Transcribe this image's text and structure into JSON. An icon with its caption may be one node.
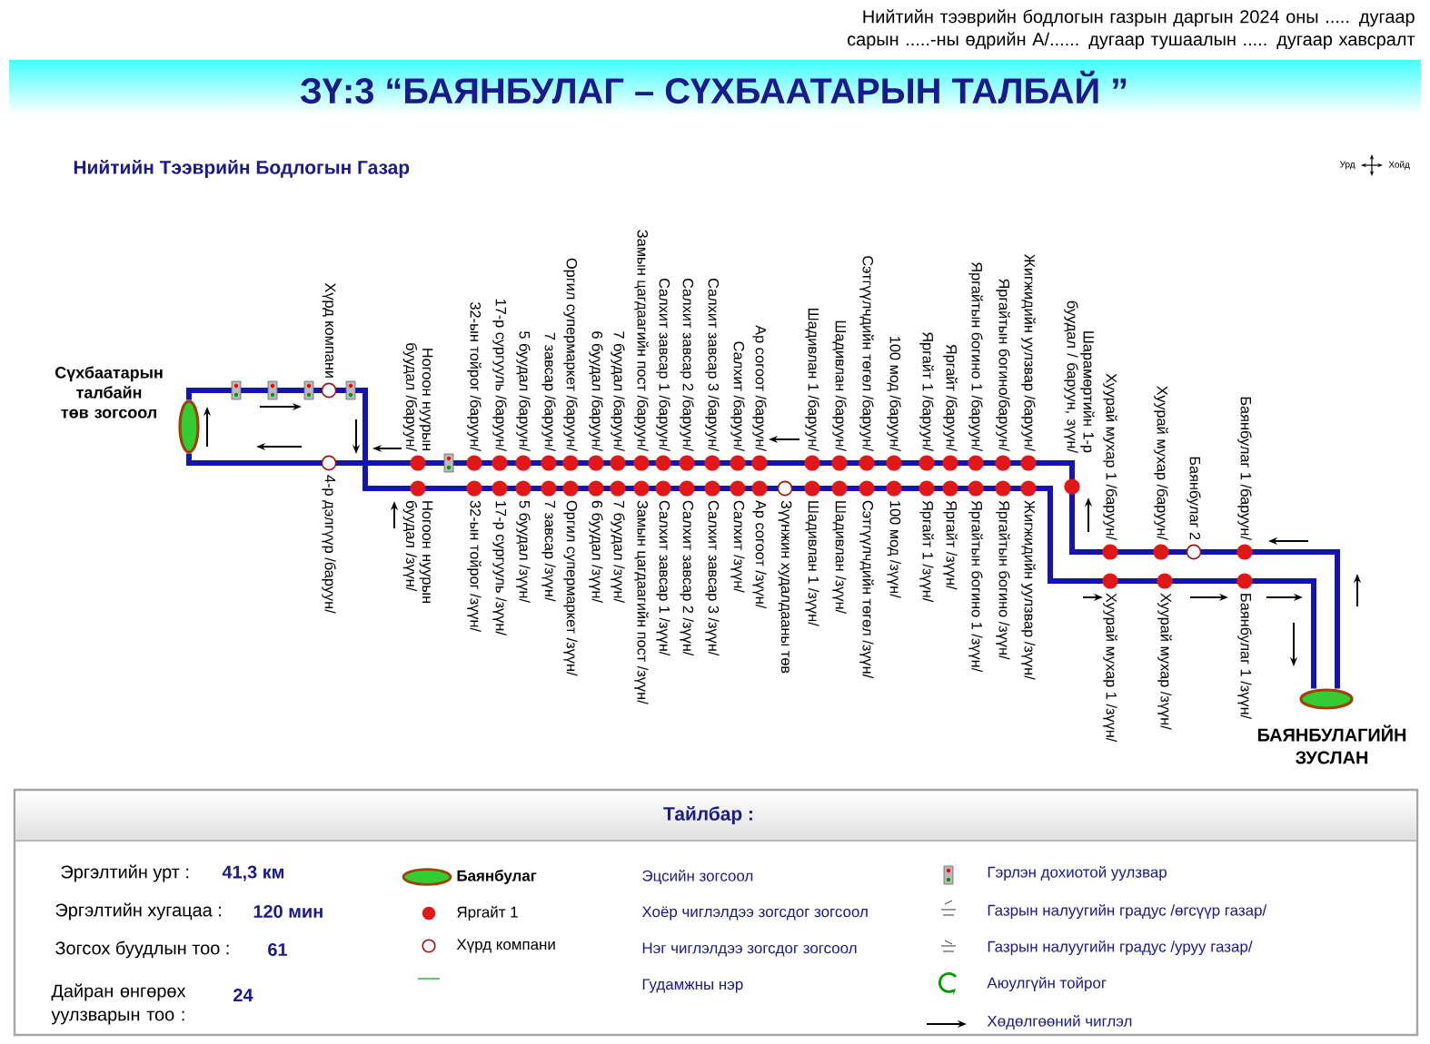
{
  "diagram": {
    "title": "ЗҮ:3 “БАЯНБУЛАГ – СҮХБААТАРЫН ТАЛБАЙ ”",
    "nodes": [
      {
        "text": [],
        "shape": "ellipse",
        "beside": [
          "Сүхбаатарын талбайн төв зогсоол"
        ]
      },
      {
        "text": [],
        "shape": "ellipse",
        "beside": [
          "БАЯНБУЛАГИЙН ЗУСЛАН"
        ]
      }
    ],
    "edges": [
      {
        "from": 1,
        "to": 0,
        "arrow": "none"
      },
      {
        "from": 0,
        "to": 1,
        "arrow": "none"
      }
    ],
    "labels": [
      "Нийтийн тээврийн бодлогын газрын даргын 2024 оны ..... дугаар сарын .....-ны өдрийн А/...... дугаар тушаалын ..... дугаар хавсралт",
      "Нийтийн  Тээврийн Бодлогын Газар",
      "Урд",
      "Хойд",
      "Хүрд компани",
      "Ногоон нуурын буудал /баруун/",
      "32-ын тойрог /баруун/",
      "17-р сургууль /баруун/",
      "5 буудал /баруун/",
      "7 завсар /баруун/",
      "Оргил супермаркет /баруун/",
      "6 буудал /баруун/",
      "7 буудал /баруун/",
      "Замын цагдаагийн пост /баруун/",
      "Салхит завсар 1 /баруун/",
      "Салхит завсар 2 /баруун/",
      "Салхит завсар 3 /баруун/",
      "Салхит /баруун/",
      "Ар согоот /баруун/",
      "Шадивлан 1 /баруун/",
      "Шадивлан /баруун/",
      "Сэтгүүлчдийн төгөл /баруун/",
      "100 мод /баруун/",
      "Яргайт 1 /баруун/",
      "Яргайт /баруун/",
      "Яргайтын богино 1 /баруун/",
      "Яргайтын богино/баруун/",
      "Жигжидийн уулзвар /баруун/",
      "Шарамөртийн 1-р буудал / баруун, зүүн/",
      "Хуурай мухар 1 /баруун/",
      "Хуурай мухар /баруун/",
      "Баянбулаг 2",
      "Баянбулаг 1 /баруун/",
      "4-р дэлгүүр /баруун/",
      "Ногоон нуурын буудал /зүүн/",
      "32-ын тойрог /зүүн/",
      "17-р сургууль /зүүн/",
      "5 буудал /зүүн/",
      "7 завсар /зүүн/",
      "Оргил супермаркет /зүүн/",
      "6 буудал /зүүн/",
      "7 буудал /зүүн/",
      "Замын цагдаагийн пост /зүүн/",
      "Салхит завсар 1 /зүүн/",
      "Салхит завсар 2 /зүүн/",
      "Салхит завсар 3 /зүүн/",
      "Салхит /зүүн/",
      "Ар согоот /зүүн/",
      "Зүүнжин худалдааны төв",
      "Шадивлан 1 /зүүн/",
      "Шадивлан /зүүн/",
      "Сэтгүүлчдийн төгөл /зүүн/",
      "100 мод /зүүн/",
      "Яргайт 1 /зүүн/",
      "Яргайт /зүүн/",
      "Яргайтын богино 1 /зүүн/",
      "Яргайтын богино /зүүн/",
      "Жигжидийн уулзвар /зүүн/",
      "Хуурай мухар 1 /зүүн/",
      "Хуурай мухар /зүүн/",
      "Баянбулаг 1 /зүүн/",
      "Тайлбар :",
      "Эргэлтийн урт :",
      "41,3 км",
      "Эргэлтийн хугацаа :",
      "120 мин",
      "Зогсох буудлын тоо :",
      "61",
      "Дайран өнгөрөх уулзварын тоо :",
      "24",
      "Баянбулаг",
      "Яргайт 1",
      "Хүрд компани"
    ],
    "legend": [
      {
        "text": "Эцсийн зогсоол"
      },
      {
        "text": "Хоёр чиглэлдээ зогсдог зогсоол"
      },
      {
        "text": "Нэг чиглэлдээ зогсдог зогсоол"
      },
      {
        "text": "Гудамжны нэр"
      },
      {
        "text": "Гэрлэн дохиотой уулзвар"
      },
      {
        "text": "Газрын налуугийн градус /өгсүүр газар/"
      },
      {
        "text": "Газрын налуугийн градус /уруу газар/"
      },
      {
        "text": "Аюулгүйн тойрог"
      },
      {
        "text": "Хөдөлгөөний чиглэл"
      }
    ]
  }
}
